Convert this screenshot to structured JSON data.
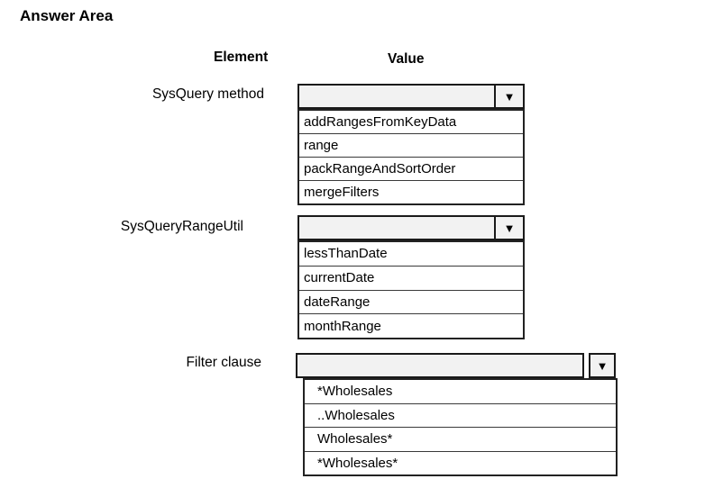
{
  "title": "Answer Area",
  "columns": {
    "element": "Element",
    "value": "Value"
  },
  "icons": {
    "dropdown_arrow": "▼"
  },
  "groups": [
    {
      "label": "SysQuery method",
      "selected_value": "",
      "options": [
        "addRangesFromKeyData",
        "range",
        "packRangeAndSortOrder",
        "mergeFilters"
      ]
    },
    {
      "label": "SysQueryRangeUtil",
      "selected_value": "",
      "options": [
        "lessThanDate",
        "currentDate",
        "dateRange",
        "monthRange"
      ]
    },
    {
      "label": "Filter clause",
      "selected_value": "",
      "options": [
        "*Wholesales",
        "..Wholesales",
        "Wholesales*",
        "*Wholesales*"
      ]
    }
  ]
}
